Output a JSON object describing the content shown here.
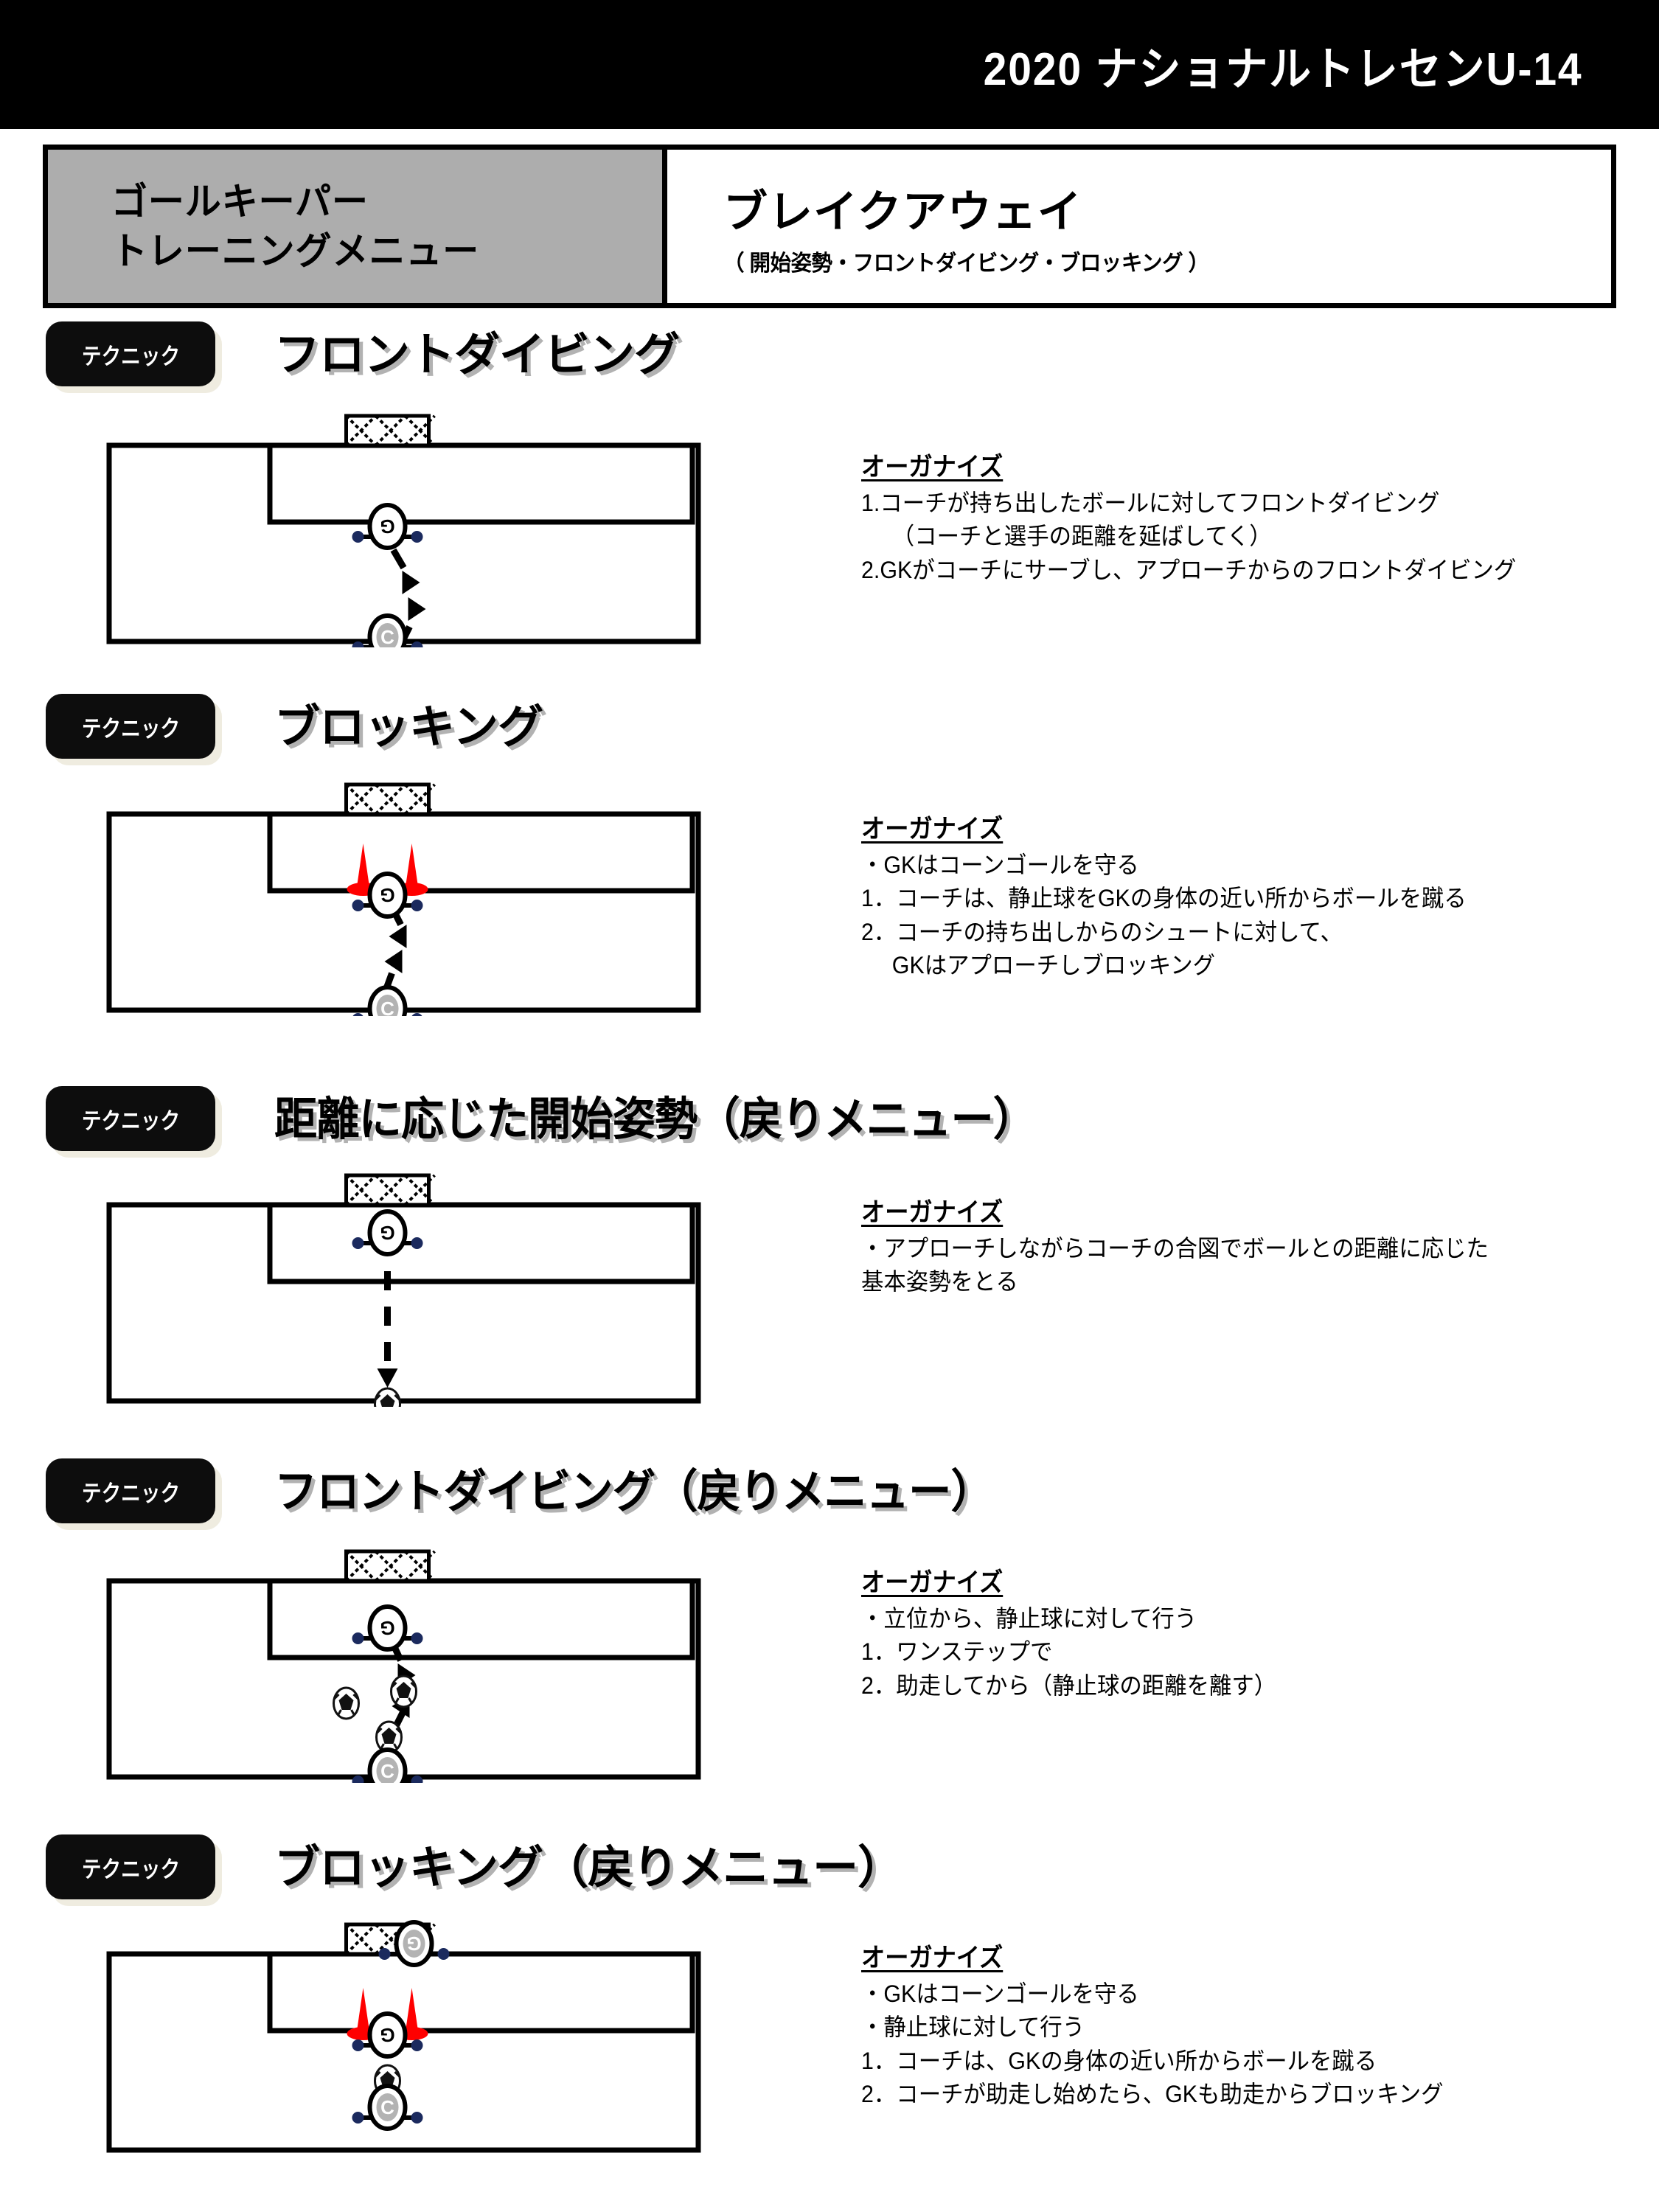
{
  "header": {
    "title": "2020 ナショナルトレセンU-14"
  },
  "title_box": {
    "left_line1": "ゴールキーパー",
    "left_line2": "トレーニングメニュー",
    "main": "ブレイクアウェイ",
    "sub": "（ 開始姿勢・フロントダイビング・ブロッキング ）"
  },
  "badge_label": "テクニック",
  "organize_heading": "オーガナイズ",
  "sections": [
    {
      "title": "フロントダイビング",
      "organize": [
        "1.コーチが持ち出したボールに対してフロントダイビング",
        "（コーチと選手の距離を延ばしてく）",
        "2.GKがコーチにサーブし、アプローチからのフロントダイビング"
      ],
      "indent": [
        false,
        true,
        false
      ],
      "diagram": {
        "cones": 0,
        "balls": 1,
        "coach": true,
        "extra_figure": false,
        "arrow": "zigzag-down",
        "gk_in_box": false
      }
    },
    {
      "title": "ブロッキング",
      "organize": [
        "・GKはコーンゴールを守る",
        "1．コーチは、静止球をGKの身体の近い所からボールを蹴る",
        "2．コーチの持ち出しからのシュートに対して、",
        "GKはアプローチしブロッキング"
      ],
      "indent": [
        false,
        false,
        false,
        true
      ],
      "diagram": {
        "cones": 2,
        "balls": 1,
        "coach": true,
        "extra_figure": false,
        "arrow": "zigzag-up",
        "gk_in_box": false
      }
    },
    {
      "title": "距離に応じた開始姿勢（戻りメニュー）",
      "organize": [
        "・アプローチしながらコーチの合図でボールとの距離に応じた",
        "基本姿勢をとる"
      ],
      "indent": [
        false,
        false
      ],
      "diagram": {
        "cones": 0,
        "balls": 1,
        "coach": false,
        "extra_figure": false,
        "arrow": "straight-down",
        "gk_in_box": true
      }
    },
    {
      "title": "フロントダイビング（戻りメニュー）",
      "organize": [
        "・立位から、静止球に対して行う",
        "1．ワンステップで",
        "2．助走してから（静止球の距離を離す）"
      ],
      "indent": [
        false,
        false,
        false
      ],
      "diagram": {
        "cones": 0,
        "balls": 3,
        "coach": true,
        "extra_figure": false,
        "arrow": "zigzag-mid",
        "gk_in_box": true
      }
    },
    {
      "title": "ブロッキング（戻りメニュー）",
      "organize": [
        "・GKはコーンゴールを守る",
        "・静止球に対して行う",
        "1．コーチは、GKの身体の近い所からボールを蹴る",
        "2．コーチが助走し始めたら、GKも助走からブロッキング"
      ],
      "indent": [
        false,
        false,
        false,
        false
      ],
      "diagram": {
        "cones": 2,
        "balls": 1,
        "coach": true,
        "extra_figure": true,
        "arrow": "none",
        "gk_in_box": false
      }
    }
  ],
  "icons": {
    "gk": "G",
    "coach": "C",
    "extra": "G"
  },
  "colors": {
    "header_bg": "#000000",
    "title_left_bg": "#adadad",
    "badge_bg": "#0d0d0d",
    "cone": "#ff0000",
    "coach_fill": "#b3b3b3",
    "line": "#000000"
  }
}
